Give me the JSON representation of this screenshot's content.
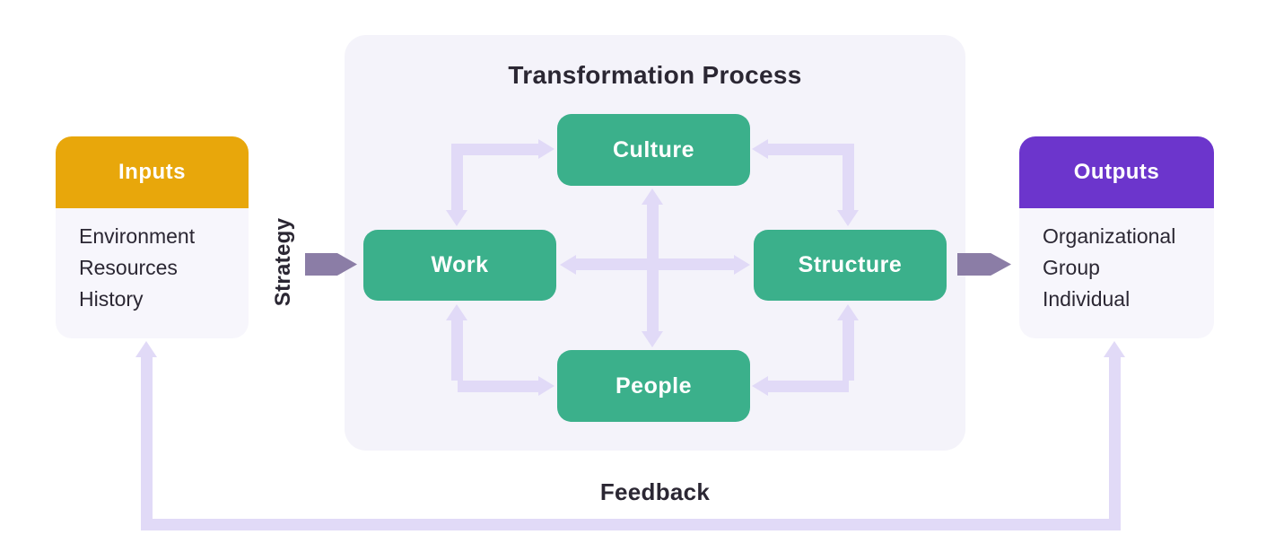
{
  "panel": {
    "title": "Transformation Process"
  },
  "inputs_card": {
    "header": "Inputs",
    "items": [
      "Environment",
      "Resources",
      "History"
    ]
  },
  "outputs_card": {
    "header": "Outputs",
    "items": [
      "Organizational",
      "Group",
      "Individual"
    ]
  },
  "nodes": {
    "culture": "Culture",
    "work": "Work",
    "structure": "Structure",
    "people": "People"
  },
  "labels": {
    "strategy": "Strategy",
    "feedback": "Feedback"
  },
  "colors": {
    "inputs_header": "#E8A70B",
    "outputs_header": "#6C35CC",
    "node_fill": "#3BB08B",
    "panel_fill": "#F4F3FA",
    "connector": "#E1DAF7",
    "flow_arrow": "#8B7DA6",
    "card_body": "#F7F6FC",
    "ink": "#2B2733"
  }
}
